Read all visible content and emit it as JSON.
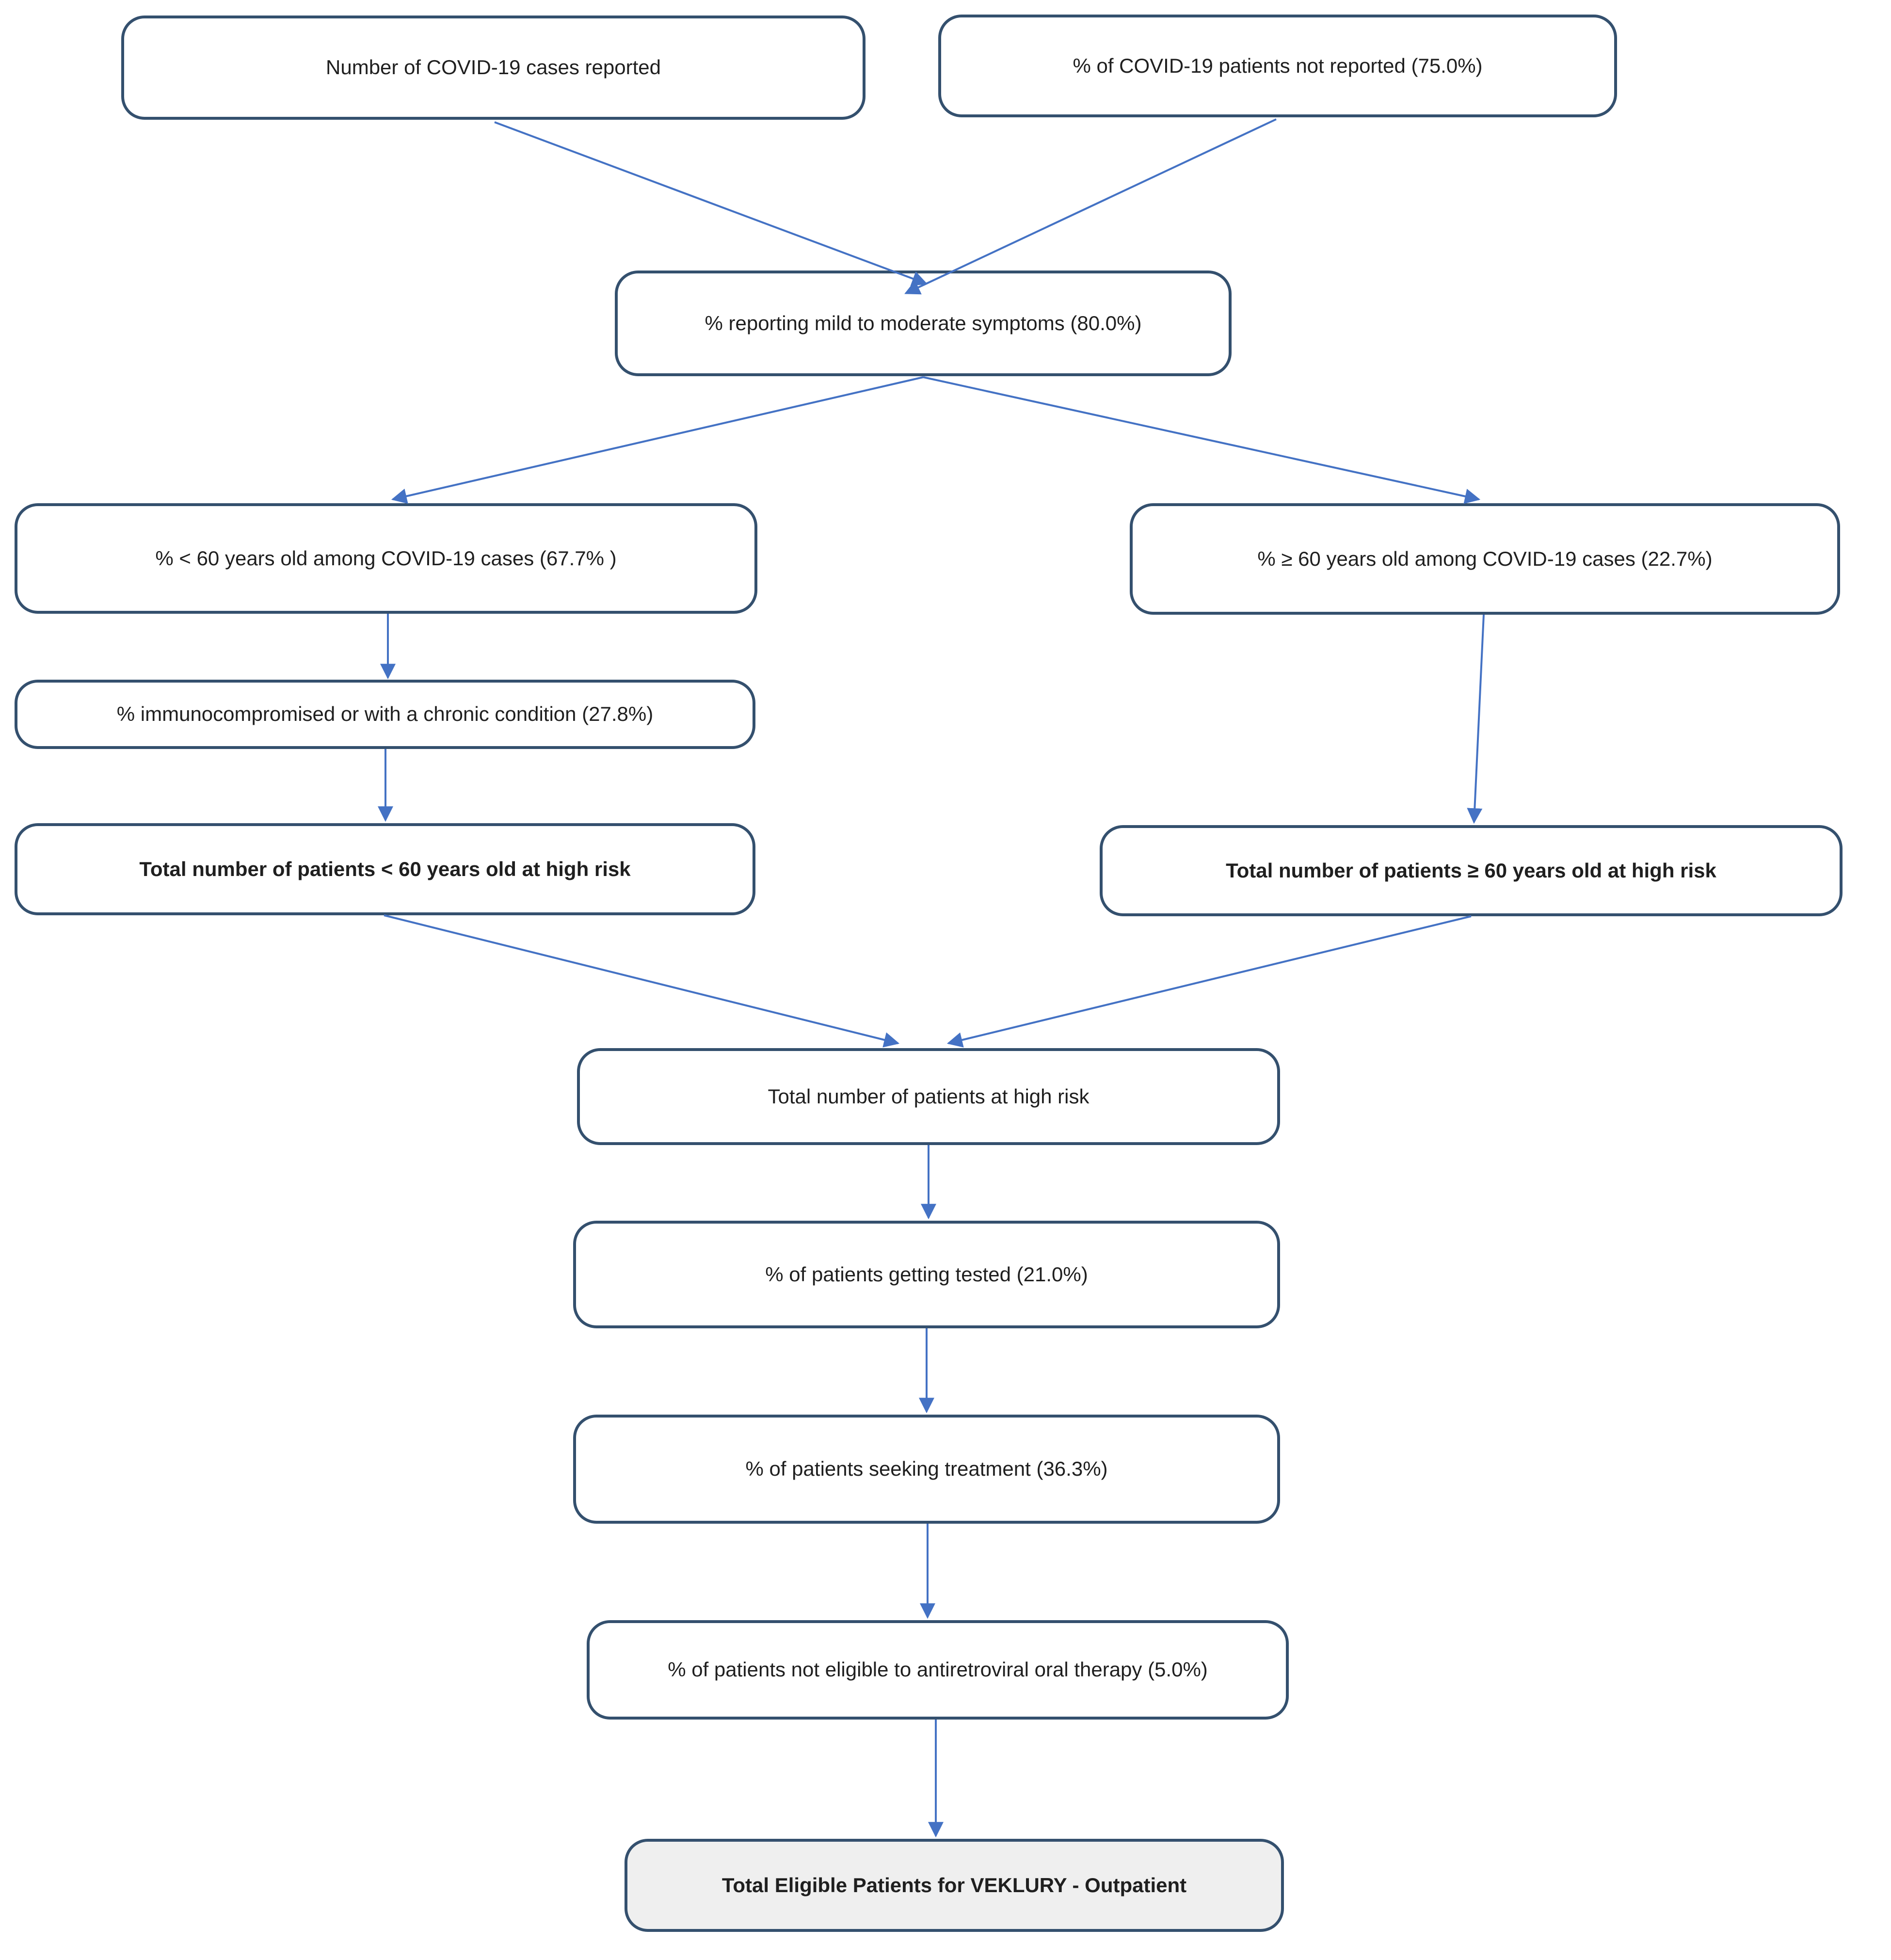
{
  "diagram": {
    "type": "flowchart",
    "nodes": {
      "cases_reported": {
        "label": "Number of COVID-19 cases reported"
      },
      "not_reported": {
        "label": "% of COVID-19 patients not reported (75.0%)"
      },
      "mild_moderate": {
        "label": "% reporting mild to moderate symptoms (80.0%)"
      },
      "under60": {
        "label": "% < 60 years old among COVID-19 cases (67.7% )"
      },
      "over60": {
        "label": "% ≥ 60 years old among COVID-19 cases (22.7%)"
      },
      "immunocompromised": {
        "label": "% immunocompromised or with a chronic condition (27.8%)"
      },
      "total_under60": {
        "label": "Total number of patients < 60 years old at high risk"
      },
      "total_over60": {
        "label": "Total number of patients ≥ 60 years old at high risk"
      },
      "total_high_risk": {
        "label": "Total number of patients at high risk"
      },
      "tested": {
        "label": "% of patients getting tested (21.0%)"
      },
      "seeking": {
        "label": "% of patients seeking treatment (36.3%)"
      },
      "not_eligible": {
        "label": "% of patients not eligible to antiretroviral oral therapy (5.0%)"
      },
      "eligible_veklury": {
        "label": "Total Eligible Patients for VEKLURY - Outpatient"
      }
    },
    "colors": {
      "border": "#34506e",
      "arrow": "#4472c4",
      "final_fill": "#efefef",
      "text": "#1f1f1f"
    }
  }
}
